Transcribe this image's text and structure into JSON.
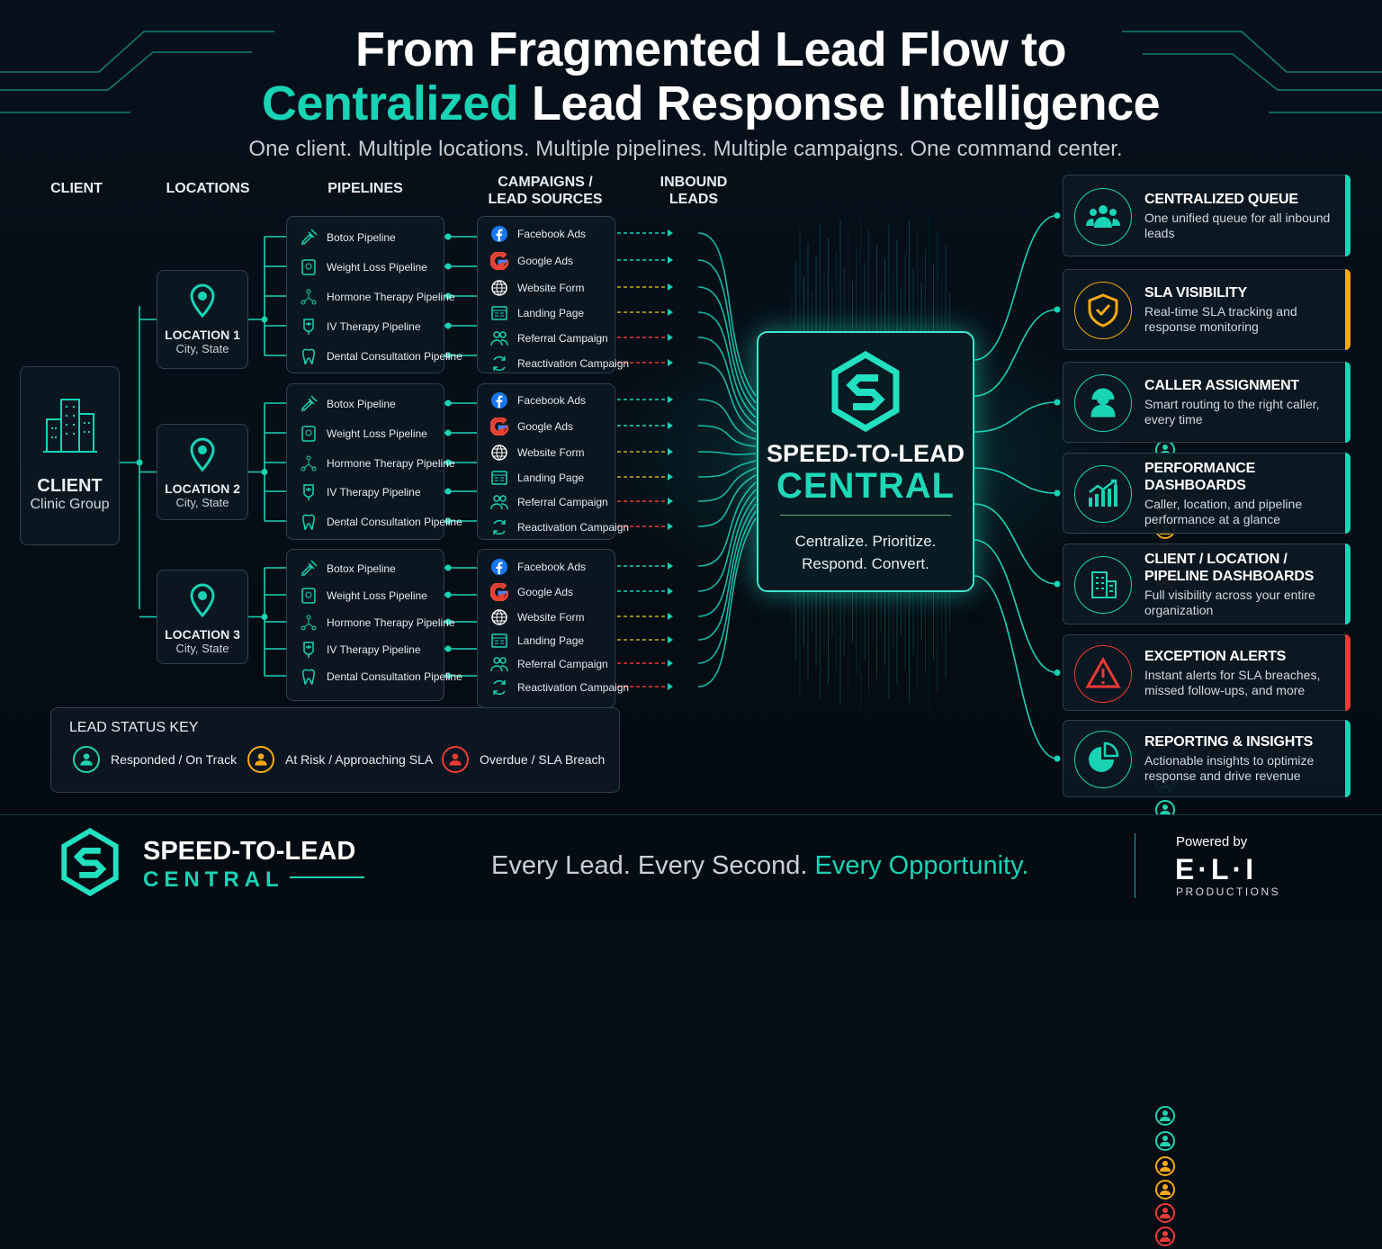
{
  "title": {
    "line1": "From Fragmented Lead Flow to",
    "line2_accent": "Centralized",
    "line2_rest": " Lead Response Intelligence",
    "subtitle": "One client. Multiple locations. Multiple pipelines. Multiple campaigns. One command center."
  },
  "columns": {
    "client": "CLIENT",
    "locations": "LOCATIONS",
    "pipelines": "PIPELINES",
    "campaigns_1": "CAMPAIGNS /",
    "campaigns_2": "LEAD SOURCES",
    "leads_1": "INBOUND",
    "leads_2": "LEADS"
  },
  "client": {
    "name": "CLIENT",
    "sub": "Clinic Group",
    "icon": "building-icon"
  },
  "colors": {
    "accent": "#19d3b5",
    "on_track": "#1fd3b0",
    "at_risk": "#f5a914",
    "overdue": "#ee3a35",
    "background": "#050c14"
  },
  "locations": [
    {
      "name": "LOCATION 1",
      "sub": "City, State",
      "pipelines": [
        {
          "label": "Botox Pipeline",
          "icon": "syringe-icon"
        },
        {
          "label": "Weight Loss Pipeline",
          "icon": "scale-icon"
        },
        {
          "label": "Hormone Therapy Pipeline",
          "icon": "molecule-icon"
        },
        {
          "label": "IV Therapy Pipeline",
          "icon": "iv-bag-icon"
        },
        {
          "label": "Dental Consultation Pipeline",
          "icon": "tooth-icon"
        }
      ],
      "campaigns": [
        {
          "label": "Facebook Ads",
          "icon": "facebook-icon",
          "status": "on_track"
        },
        {
          "label": "Google Ads",
          "icon": "google-icon",
          "status": "on_track"
        },
        {
          "label": "Website Form",
          "icon": "globe-icon",
          "status": "at_risk"
        },
        {
          "label": "Landing Page",
          "icon": "landing-page-icon",
          "status": "at_risk"
        },
        {
          "label": "Referral Campaign",
          "icon": "users-icon",
          "status": "overdue"
        },
        {
          "label": "Reactivation Campaign",
          "icon": "refresh-icon",
          "status": "overdue"
        }
      ]
    },
    {
      "name": "LOCATION 2",
      "sub": "City, State",
      "pipelines": [
        {
          "label": "Botox Pipeline",
          "icon": "syringe-icon"
        },
        {
          "label": "Weight Loss Pipeline",
          "icon": "scale-icon"
        },
        {
          "label": "Hormone Therapy Pipeline",
          "icon": "molecule-icon"
        },
        {
          "label": "IV Therapy Pipeline",
          "icon": "iv-bag-icon"
        },
        {
          "label": "Dental Consultation Pipeline",
          "icon": "tooth-icon"
        }
      ],
      "campaigns": [
        {
          "label": "Facebook Ads",
          "icon": "facebook-icon",
          "status": "on_track"
        },
        {
          "label": "Google Ads",
          "icon": "google-icon",
          "status": "on_track"
        },
        {
          "label": "Website Form",
          "icon": "globe-icon",
          "status": "at_risk"
        },
        {
          "label": "Landing Page",
          "icon": "landing-page-icon",
          "status": "at_risk"
        },
        {
          "label": "Referral Campaign",
          "icon": "users-icon",
          "status": "overdue"
        },
        {
          "label": "Reactivation Campaign",
          "icon": "refresh-icon",
          "status": "overdue"
        }
      ]
    },
    {
      "name": "LOCATION 3",
      "sub": "City, State",
      "pipelines": [
        {
          "label": "Botox Pipeline",
          "icon": "syringe-icon"
        },
        {
          "label": "Weight Loss Pipeline",
          "icon": "scale-icon"
        },
        {
          "label": "Hormone Therapy Pipeline",
          "icon": "molecule-icon"
        },
        {
          "label": "IV Therapy Pipeline",
          "icon": "iv-bag-icon"
        },
        {
          "label": "Dental Consultation Pipeline",
          "icon": "tooth-icon"
        }
      ],
      "campaigns": [
        {
          "label": "Facebook Ads",
          "icon": "facebook-icon",
          "status": "on_track"
        },
        {
          "label": "Google Ads",
          "icon": "google-icon",
          "status": "on_track"
        },
        {
          "label": "Website Form",
          "icon": "globe-icon",
          "status": "at_risk"
        },
        {
          "label": "Landing Page",
          "icon": "landing-page-icon",
          "status": "at_risk"
        },
        {
          "label": "Referral Campaign",
          "icon": "users-icon",
          "status": "overdue"
        },
        {
          "label": "Reactivation Campaign",
          "icon": "refresh-icon",
          "status": "overdue"
        }
      ]
    }
  ],
  "central": {
    "line1": "SPEED-TO-LEAD",
    "line2": "CENTRAL",
    "tag1": "Centralize. Prioritize.",
    "tag2": "Respond. Convert.",
    "icon": "s-logo-icon"
  },
  "features": [
    {
      "title": "CENTRALIZED QUEUE",
      "desc": "One unified queue for all inbound leads",
      "icon": "team-icon",
      "accent": "#19d3b5"
    },
    {
      "title": "SLA VISIBILITY",
      "desc": "Real-time SLA tracking and response monitoring",
      "icon": "shield-check-icon",
      "accent": "#f5a914"
    },
    {
      "title": "CALLER ASSIGNMENT",
      "desc": "Smart routing to the right caller, every time",
      "icon": "headset-icon",
      "accent": "#19d3b5"
    },
    {
      "title": "PERFORMANCE DASHBOARDS",
      "desc": "Caller, location, and pipeline performance at a glance",
      "icon": "bar-chart-icon",
      "accent": "#19d3b5"
    },
    {
      "title": "CLIENT / LOCATION / PIPELINE DASHBOARDS",
      "desc": "Full visibility across your entire organization",
      "icon": "building-icon",
      "accent": "#19d3b5"
    },
    {
      "title": "EXCEPTION ALERTS",
      "desc": "Instant alerts for SLA breaches, missed follow-ups, and more",
      "icon": "warning-icon",
      "accent": "#ee3a35"
    },
    {
      "title": "REPORTING & INSIGHTS",
      "desc": "Actionable insights to optimize response and drive revenue",
      "icon": "pie-chart-icon",
      "accent": "#19d3b5"
    }
  ],
  "key": {
    "title": "LEAD STATUS KEY",
    "items": [
      {
        "label": "Responded / On Track",
        "status": "on_track"
      },
      {
        "label": "At Risk / Approaching SLA",
        "status": "at_risk"
      },
      {
        "label": "Overdue / SLA Breach",
        "status": "overdue"
      }
    ]
  },
  "footer": {
    "logo1": "SPEED-TO-LEAD",
    "logo2": "CENTRAL",
    "tag_a": "Every Lead. Every Second. ",
    "tag_b": "Every Opportunity.",
    "powered": "Powered by",
    "brand": "E·L·I",
    "brand_sub": "PRODUCTIONS"
  }
}
